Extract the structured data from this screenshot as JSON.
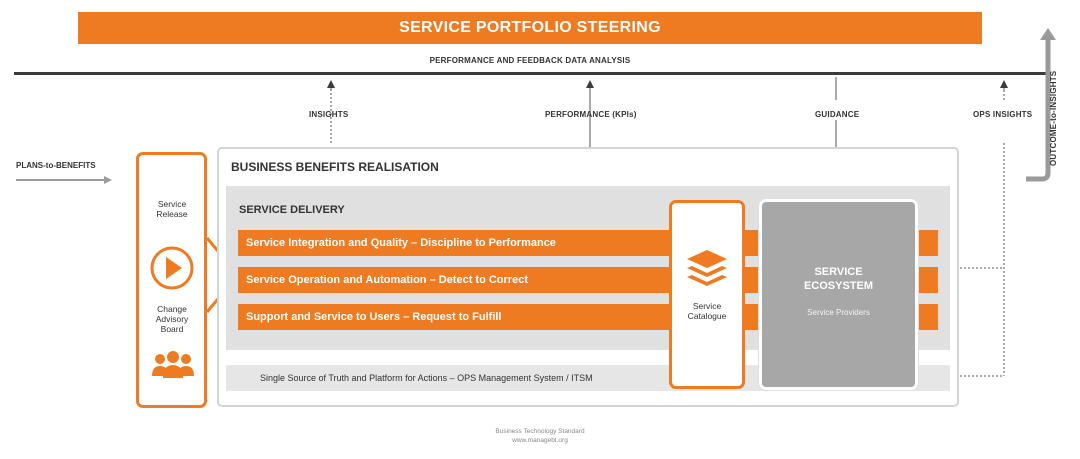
{
  "banner": {
    "title": "SERVICE PORTFOLIO STEERING"
  },
  "performance_line": {
    "label": "PERFORMANCE AND FEEDBACK DATA ANALYSIS"
  },
  "flows": {
    "insights": "INSIGHTS",
    "performance": "PERFORMANCE (KPIs)",
    "guidance": "GUIDANCE",
    "ops_insights": "OPS INSIGHTS",
    "outcome_to_insights": "OUTCOME-to-INSIGHTS",
    "plans_to_benefits": "PLANS-to-BENEFITS"
  },
  "release": {
    "service_release": "Service\nRelease",
    "change_board": "Change\nAdvisory\nBoard"
  },
  "bbr": {
    "title": "BUSINESS BENEFITS REALISATION"
  },
  "delivery": {
    "title": "SERVICE DELIVERY",
    "bars": [
      "Service Integration and Quality – Discipline to Performance",
      "Service Operation and Automation – Detect to Correct",
      "Support and Service to Users – Request to Fulfill"
    ]
  },
  "catalogue": {
    "label": "Service\nCatalogue"
  },
  "ecosystem": {
    "title": "SERVICE\nECOSYSTEM",
    "subtitle": "Service Providers"
  },
  "source_of_truth": "Single Source of Truth and Platform for Actions – OPS Management System / ITSM",
  "footer": {
    "line1": "Business Technology Standard",
    "line2": "www.managebt.org"
  },
  "colors": {
    "accent": "#ee7b22",
    "dark": "#3b3b3b",
    "gray": "#a7a7a7",
    "light_gray": "#e0e0e0"
  },
  "icons": [
    "play-icon",
    "stack-layers-icon",
    "people-group-icon",
    "arrow-up-icon",
    "arrow-down-icon",
    "arrow-right-icon",
    "return-arrow-icon"
  ]
}
